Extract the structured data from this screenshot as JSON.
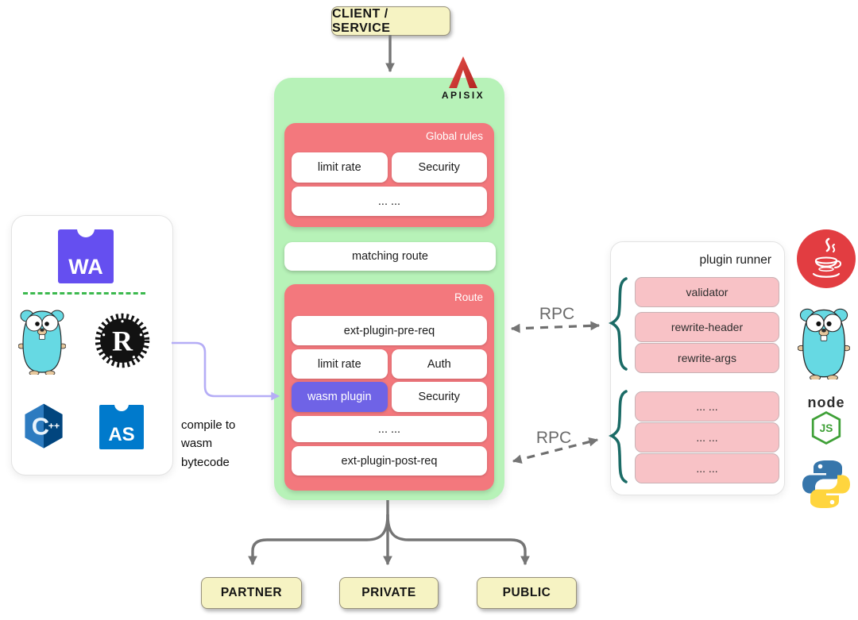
{
  "palette": {
    "green_panel": "#b7f2b8",
    "red_box": "#f3787d",
    "pink_item": "#f8c2c6",
    "purple_item": "#6f63e6",
    "yellow_box": "#f6f3c3",
    "teal_brace": "#1b6b66",
    "arrow_gray": "#757575",
    "arrow_purple": "#b5adf6",
    "wasm_purple": "#654ff0",
    "as_blue": "#007acc"
  },
  "client": {
    "label": "CLIENT / SERVICE"
  },
  "apisix": {
    "wordmark": "APISIX"
  },
  "global_rules": {
    "title": "Global rules",
    "limit_rate": "limit rate",
    "security": "Security",
    "dots": "... ..."
  },
  "matching_route": {
    "label": "matching route"
  },
  "route": {
    "title": "Route",
    "ext_pre": "ext-plugin-pre-req",
    "limit_rate": "limit rate",
    "auth": "Auth",
    "wasm_plugin": "wasm plugin",
    "security": "Security",
    "dots": "... ...",
    "ext_post": "ext-plugin-post-req"
  },
  "wasm_panel": {
    "note": "compile to wasm bytecode",
    "wa_text": "WA",
    "as_text": "AS",
    "cpp_text": "C",
    "cpp_plus": "++",
    "rust_text": "R"
  },
  "plugin_runner": {
    "title": "plugin runner",
    "group1": [
      "validator",
      "rewrite-header",
      "rewrite-args"
    ],
    "group2": [
      "... ...",
      "... ...",
      "... ..."
    ]
  },
  "rpc": {
    "label1": "RPC",
    "label2": "RPC"
  },
  "node_logo": {
    "text": "node",
    "js": "JS"
  },
  "consumers": [
    "PARTNER",
    "PRIVATE",
    "PUBLIC"
  ]
}
